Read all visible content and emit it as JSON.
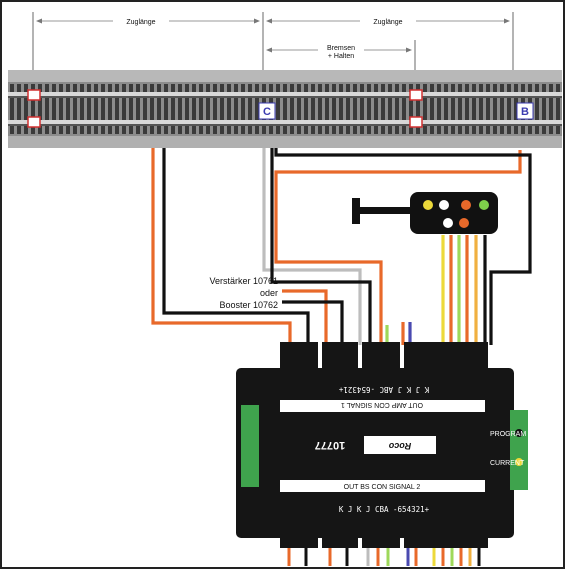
{
  "top": {
    "left_span_label": "Zuglänge",
    "right_span_label": "Zuglänge",
    "brake_label_line1": "Bremsen",
    "brake_label_line2": "+ Halten"
  },
  "track": {
    "marker_c": "C",
    "marker_b": "B"
  },
  "wires": {
    "amp_line1": "Verstärker 10761",
    "amp_line2": "oder",
    "amp_line3": "Booster 10762"
  },
  "module": {
    "top_pins": "K J  K J  ABC  -654321+",
    "top_groups": "OUT   AMP   CON   SIGNAL 1",
    "title": "10777",
    "logo": "Roco",
    "side_top": "PROGRAM",
    "side_bottom": "CURRENT",
    "bottom_groups": "OUT   BS   CON   SIGNAL 2",
    "bottom_pins": "K J  K J  CBA  -654321+"
  },
  "colors": {
    "wire_orange": "#e8692a",
    "wire_black": "#111111",
    "wire_gray": "#bdbdbd",
    "module_body": "#151515",
    "connector_green": "#3fa34d",
    "marker_blue": "#3b3bb0",
    "marker_red": "#d23030"
  },
  "icons": {
    "signal": "signal-light-icon",
    "logo": "roco-logo-icon"
  }
}
